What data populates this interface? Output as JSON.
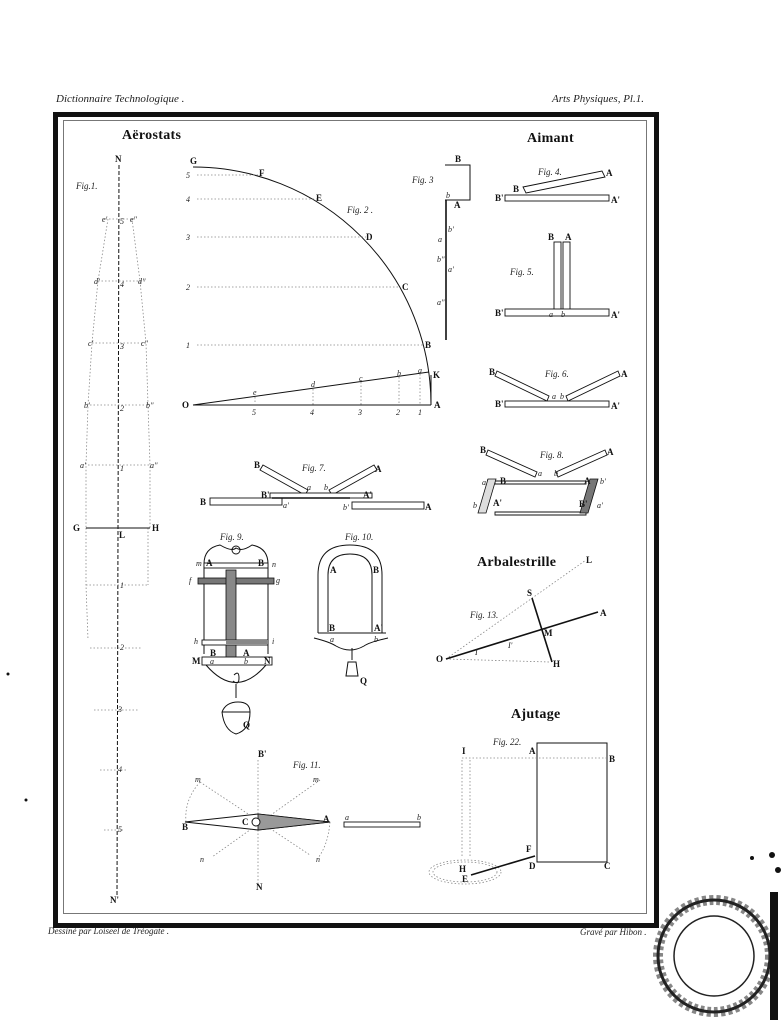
{
  "header": {
    "left": "Dictionnaire Technologique .",
    "right": "Arts Physiques, Pl.1."
  },
  "footer": {
    "left": "Dessiné par Loiseel de Tréogate .",
    "right": "Gravé par Hibon ."
  },
  "sections": {
    "aerostats": "Aërostats",
    "aimant": "Aimant",
    "arbalestrille": "Arbalestrille",
    "ajutage": "Ajutage"
  },
  "figures": {
    "fig1": {
      "caption": "Fig.1.",
      "top": "N",
      "bottom": "N'",
      "left_mid": "G",
      "right_mid": "H",
      "center": "L",
      "rows": [
        {
          "left": "e'",
          "num": "5",
          "right": "e''"
        },
        {
          "left": "d'",
          "num": "4",
          "right": "d''"
        },
        {
          "left": "c'",
          "num": "3",
          "right": "c''"
        },
        {
          "left": "b'",
          "num": "2",
          "right": "b''"
        },
        {
          "left": "a'",
          "num": "1",
          "right": "a''"
        }
      ],
      "lower_nums": [
        "1",
        "2",
        "3",
        "4",
        "5"
      ]
    },
    "fig2": {
      "caption": "Fig. 2 .",
      "arc_points": [
        "G",
        "F",
        "E",
        "D",
        "C",
        "B",
        "K",
        "A"
      ],
      "origin": "O",
      "y_ticks": [
        "5",
        "4",
        "3",
        "2",
        "1"
      ],
      "x_ticks": [
        "5",
        "4",
        "3",
        "2",
        "1"
      ],
      "chord_points": [
        "e",
        "d",
        "c",
        "b",
        "a"
      ]
    },
    "fig3": {
      "caption": "Fig. 3",
      "labels": [
        "B",
        "b",
        "A",
        "b'",
        "a",
        "b''",
        "a'",
        "a''"
      ]
    },
    "fig4": {
      "caption": "Fig. 4.",
      "labels": [
        "A",
        "B",
        "B'",
        "A'"
      ]
    },
    "fig5": {
      "caption": "Fig. 5.",
      "labels": [
        "B",
        "A",
        "B'",
        "a",
        "b",
        "A'"
      ]
    },
    "fig6": {
      "caption": "Fig. 6.",
      "labels": [
        "B",
        "A",
        "B'",
        "a",
        "b",
        "A'"
      ]
    },
    "fig7": {
      "caption": "Fig. 7.",
      "labels": [
        "B",
        "A",
        "a",
        "b",
        "B'",
        "A'",
        "B",
        "a'",
        "b'",
        "A"
      ]
    },
    "fig8": {
      "caption": "Fig. 8.",
      "labels": [
        "B",
        "A",
        "a",
        "b",
        "B",
        "A",
        "a'",
        "b'",
        "A'",
        "B'",
        "b",
        "a'"
      ]
    },
    "fig9": {
      "caption": "Fig. 9.",
      "labels": [
        "m",
        "A",
        "B",
        "n",
        "f",
        "g",
        "h",
        "i",
        "B",
        "A",
        "M",
        "a",
        "b",
        "N",
        "Q"
      ]
    },
    "fig10": {
      "caption": "Fig. 10.",
      "labels": [
        "A",
        "B",
        "B",
        "A'",
        "a",
        "b",
        "Q"
      ]
    },
    "fig11": {
      "caption": "Fig. 11.",
      "labels": [
        "B'",
        "m",
        "m",
        "B",
        "C",
        "A",
        "n",
        "n",
        "N",
        "a",
        "b"
      ]
    },
    "fig13": {
      "caption": "Fig. 13.",
      "labels": [
        "L",
        "S",
        "A",
        "M",
        "I'",
        "I",
        "O",
        "H"
      ]
    },
    "fig22": {
      "caption": "Fig. 22.",
      "labels": [
        "I",
        "A",
        "B",
        "F",
        "D",
        "C",
        "H",
        "E"
      ]
    }
  },
  "colors": {
    "ink": "#111111",
    "paper": "#ffffff",
    "faint": "#888888"
  }
}
